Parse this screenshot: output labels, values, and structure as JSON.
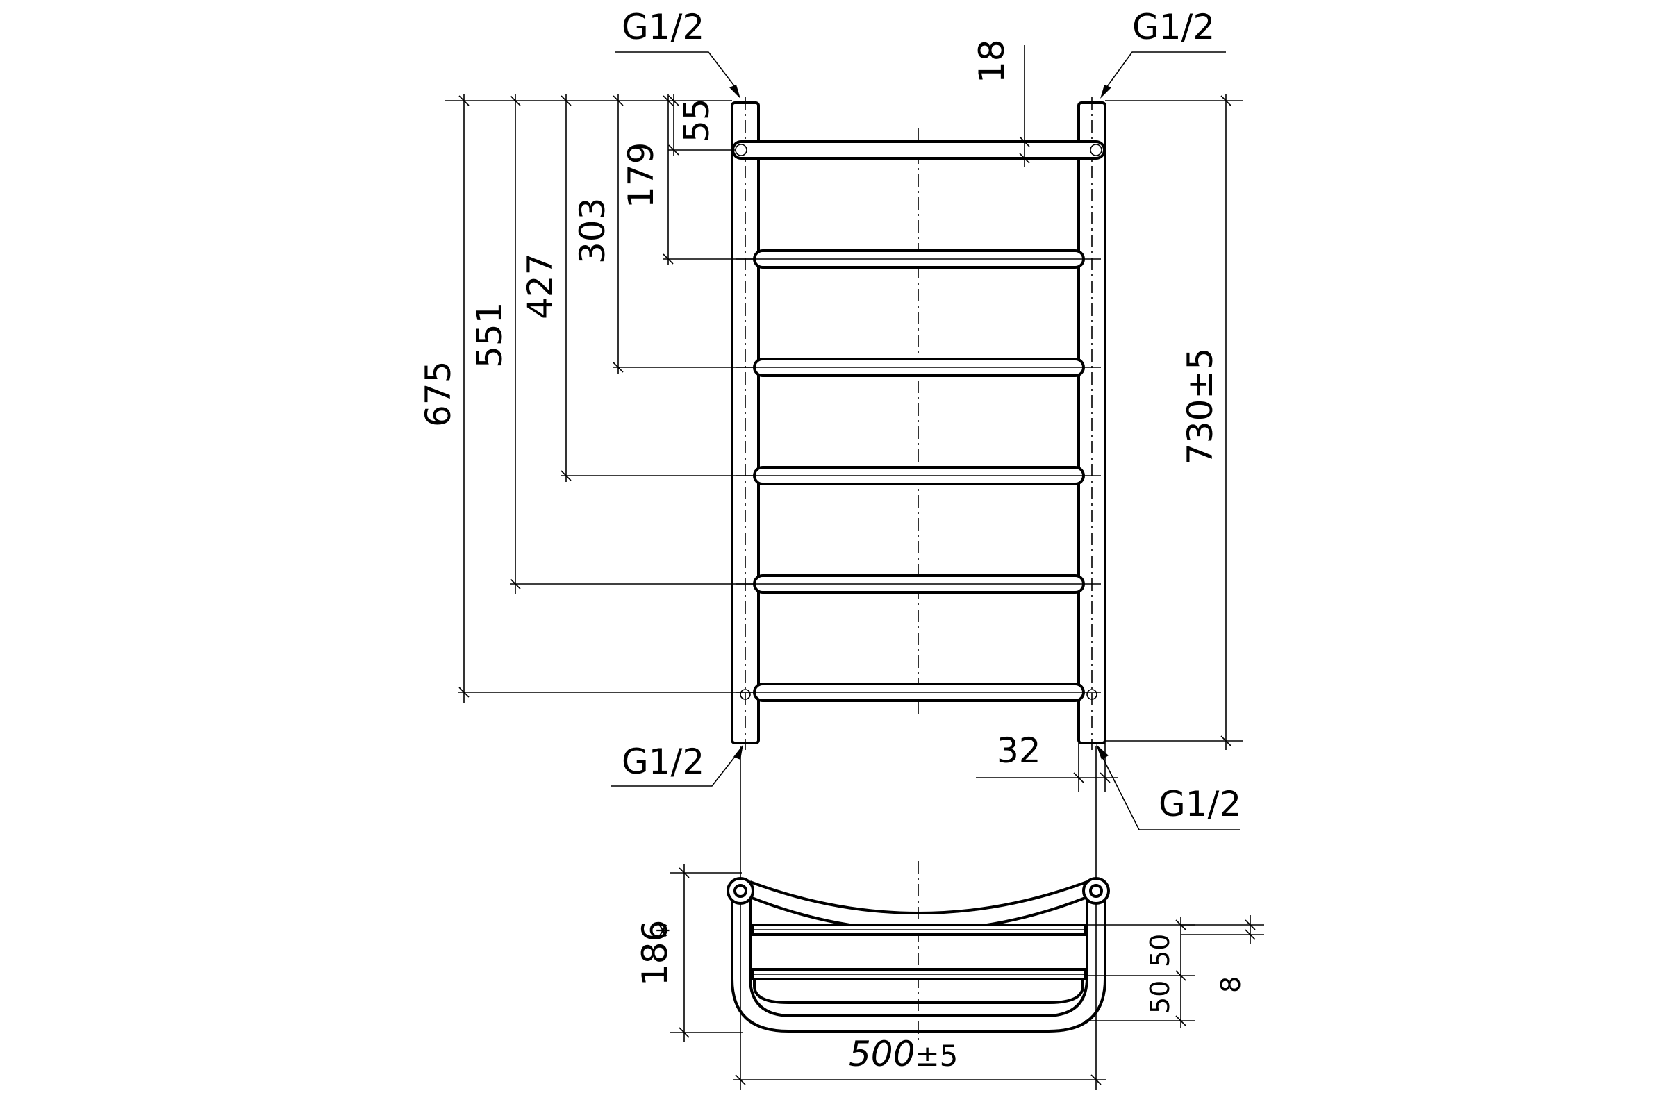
{
  "front_view": {
    "ports": {
      "top_left": "G1/2",
      "top_right": "G1/2",
      "bottom_left": "G1/2",
      "bottom_right": "G1/2"
    },
    "vertical_dims": {
      "d55": "55",
      "d179": "179",
      "d303": "303",
      "d427": "427",
      "d551": "551",
      "d675": "675"
    },
    "overall_height": "730±5",
    "top_bar_offset": "18",
    "pipe_diameter": "32"
  },
  "side_view": {
    "depth": "186",
    "depth_mark": "*",
    "shelf_spacing_1": "50",
    "shelf_spacing_2": "50",
    "shelf_thickness": "8",
    "width_value": "500",
    "width_tol": "±5"
  }
}
